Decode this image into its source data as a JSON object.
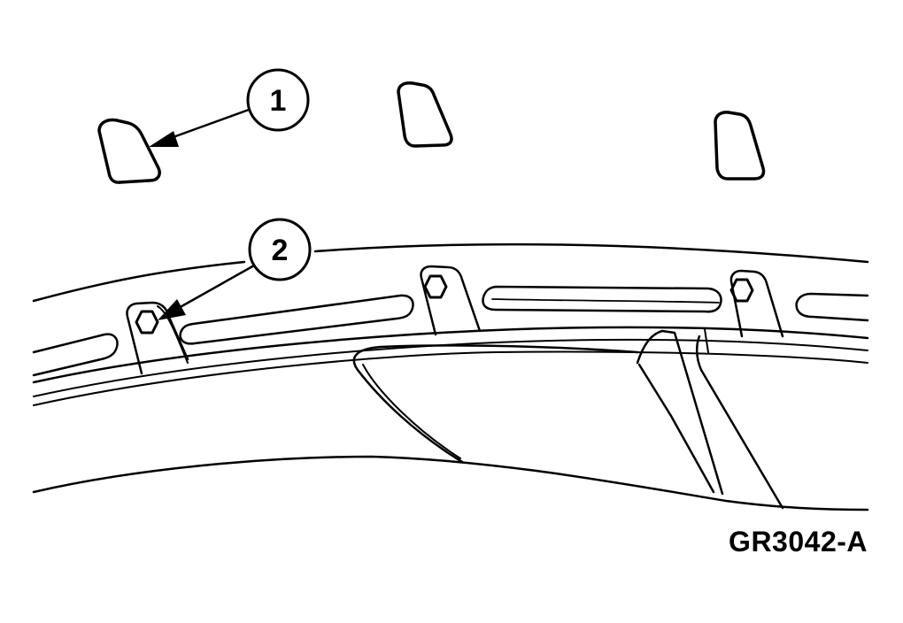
{
  "diagram": {
    "figure_code": "GR3042-A",
    "callouts": [
      {
        "number": "1"
      },
      {
        "number": "2"
      }
    ],
    "ink_color": "#000000",
    "background_color": "#ffffff"
  }
}
